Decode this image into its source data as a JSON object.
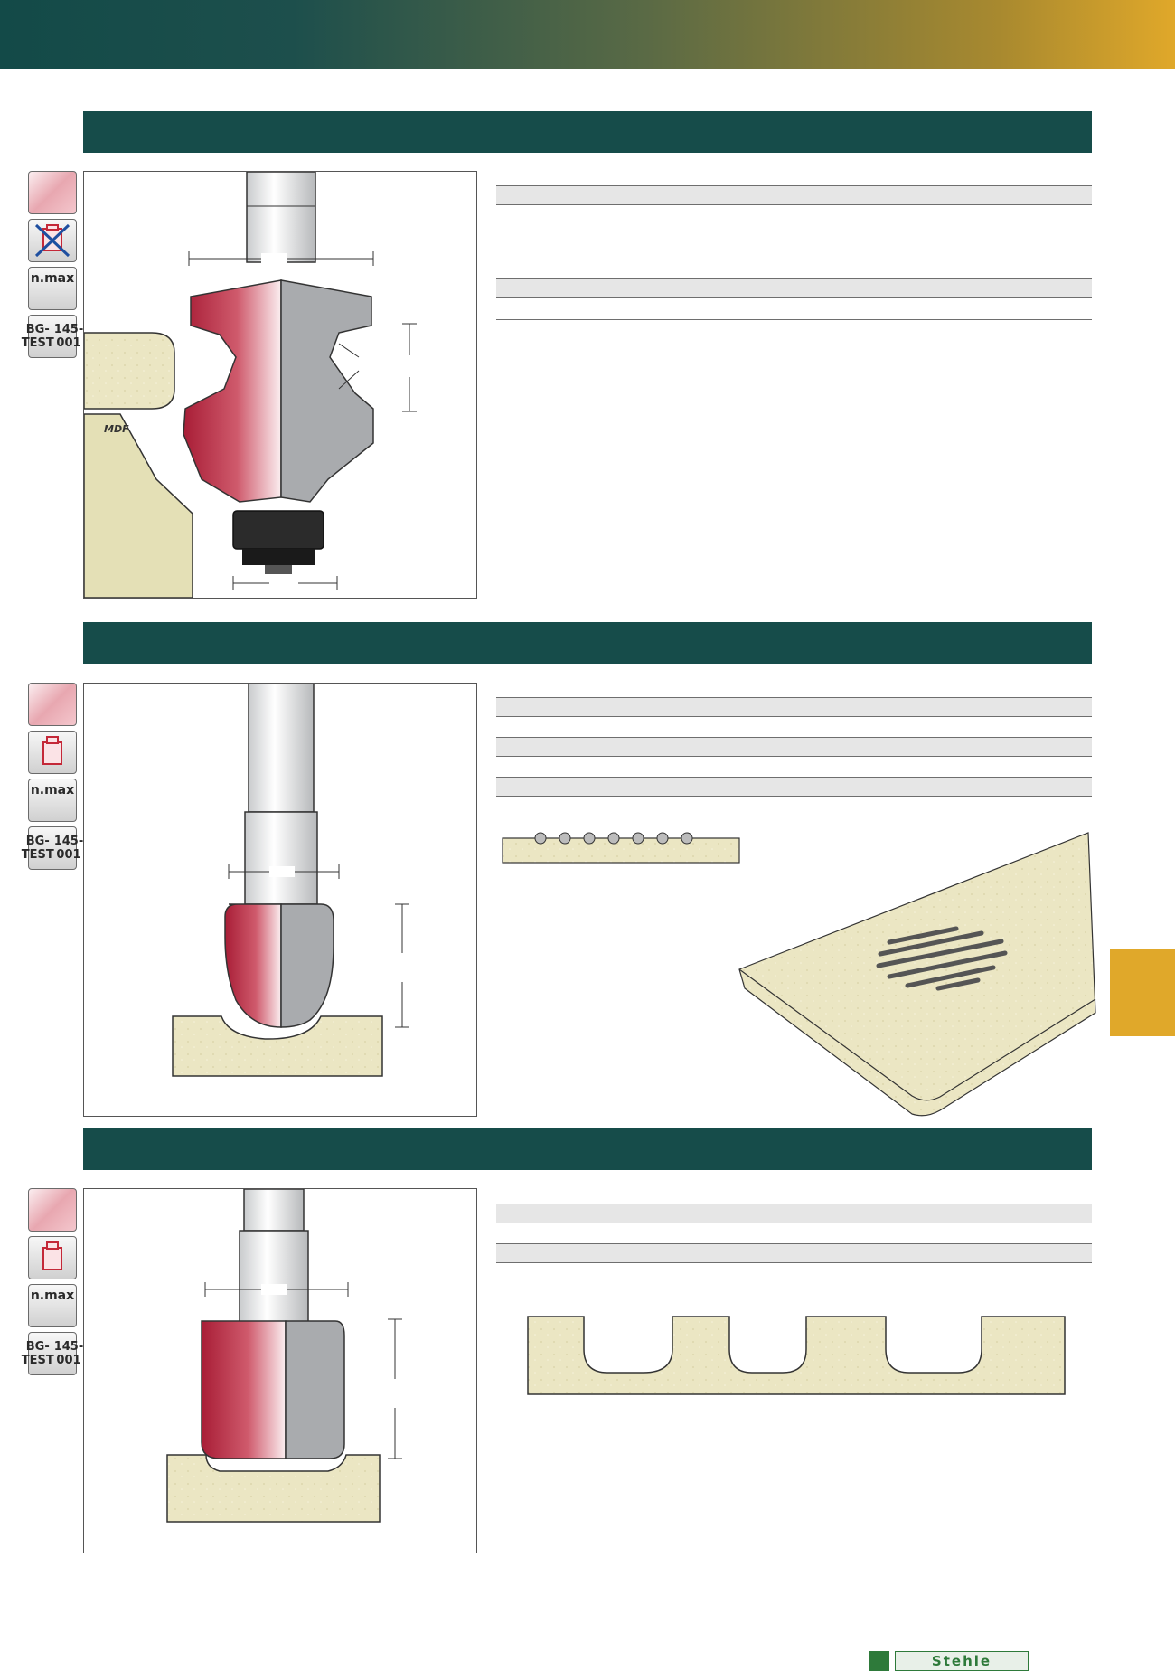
{
  "badges": {
    "nmax": "n.max",
    "bgtest_line1": "BG-TEST",
    "bgtest_line2": "145-001"
  },
  "sections": [
    {
      "diagram_label": "MDF"
    },
    {},
    {}
  ],
  "logo": {
    "brand": "Stehle"
  },
  "colors": {
    "dark_teal": "#164c4a",
    "gold": "#e0a82a",
    "cutter_red": "#b3263e",
    "cutter_grey": "#a9abae",
    "board_beige": "#ebe6c3"
  }
}
